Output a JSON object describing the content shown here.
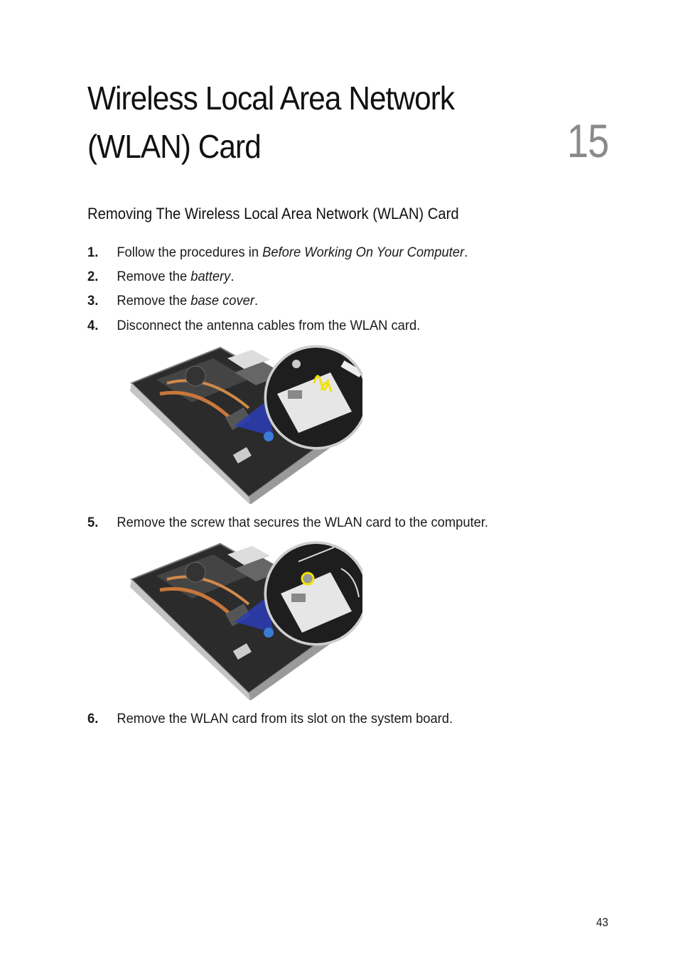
{
  "chapter": {
    "title_line1": "Wireless Local Area Network",
    "title_line2": "(WLAN) Card",
    "number": "15"
  },
  "section": {
    "title": "Removing The Wireless Local Area Network (WLAN) Card"
  },
  "steps": [
    {
      "num": "1.",
      "pre": "Follow the procedures in ",
      "em": "Before Working On Your Computer",
      "post": "."
    },
    {
      "num": "2.",
      "pre": "Remove the ",
      "em": "battery",
      "post": "."
    },
    {
      "num": "3.",
      "pre": "Remove the ",
      "em": "base cover",
      "post": "."
    },
    {
      "num": "4.",
      "pre": "Disconnect the antenna cables from the WLAN card.",
      "em": "",
      "post": ""
    },
    {
      "num": "5.",
      "pre": "Remove the screw that secures the WLAN card to the computer.",
      "em": "",
      "post": ""
    },
    {
      "num": "6.",
      "pre": "Remove the WLAN card from its slot on the system board.",
      "em": "",
      "post": ""
    }
  ],
  "footer": {
    "page_number": "43"
  }
}
